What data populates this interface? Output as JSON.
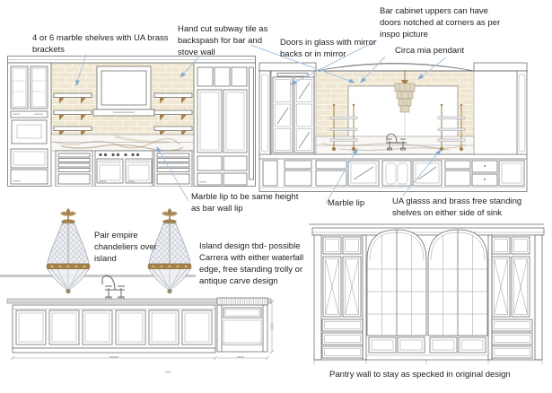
{
  "annotations": {
    "shelves": "4 or 6 marble shelves with UA brass\nbrackets",
    "subway": "Hand cut subway tile as\nbackspash for bar and\nstove wall",
    "doors_glass": "Doors in glass with mirror\nbacks or in mirror",
    "bar_cabinet": "Bar cabinet uppers can have\ndoors notched at corners as per\ninspo picture",
    "pendant": "Circa mia pendant",
    "marble_lip_left": "Marble lip to be same height\nas bar wall lip",
    "marble_lip_right": "Marble lip",
    "ua_shelves": "UA glasss and brass free standing\nshelves on either side of sink",
    "chandeliers": "Pair empire\nchandeliers over\nisland",
    "island": "Island design tbd- possible\nCarrera with either waterfall\nedge, free standing trolly or\nantique carve design",
    "pantry": "Pantry wall to stay as specked in original design"
  },
  "colors": {
    "ink": "#222222",
    "leader": "#a8c7e8",
    "tile": "#f0e7d2",
    "grout": "#faf5e9",
    "brass": "#a5824a",
    "marble": "#f9f7f3",
    "vein": "#b1946f",
    "line": "#666666",
    "counter": "#d9d9d9",
    "crystal": "#eef0f3"
  }
}
